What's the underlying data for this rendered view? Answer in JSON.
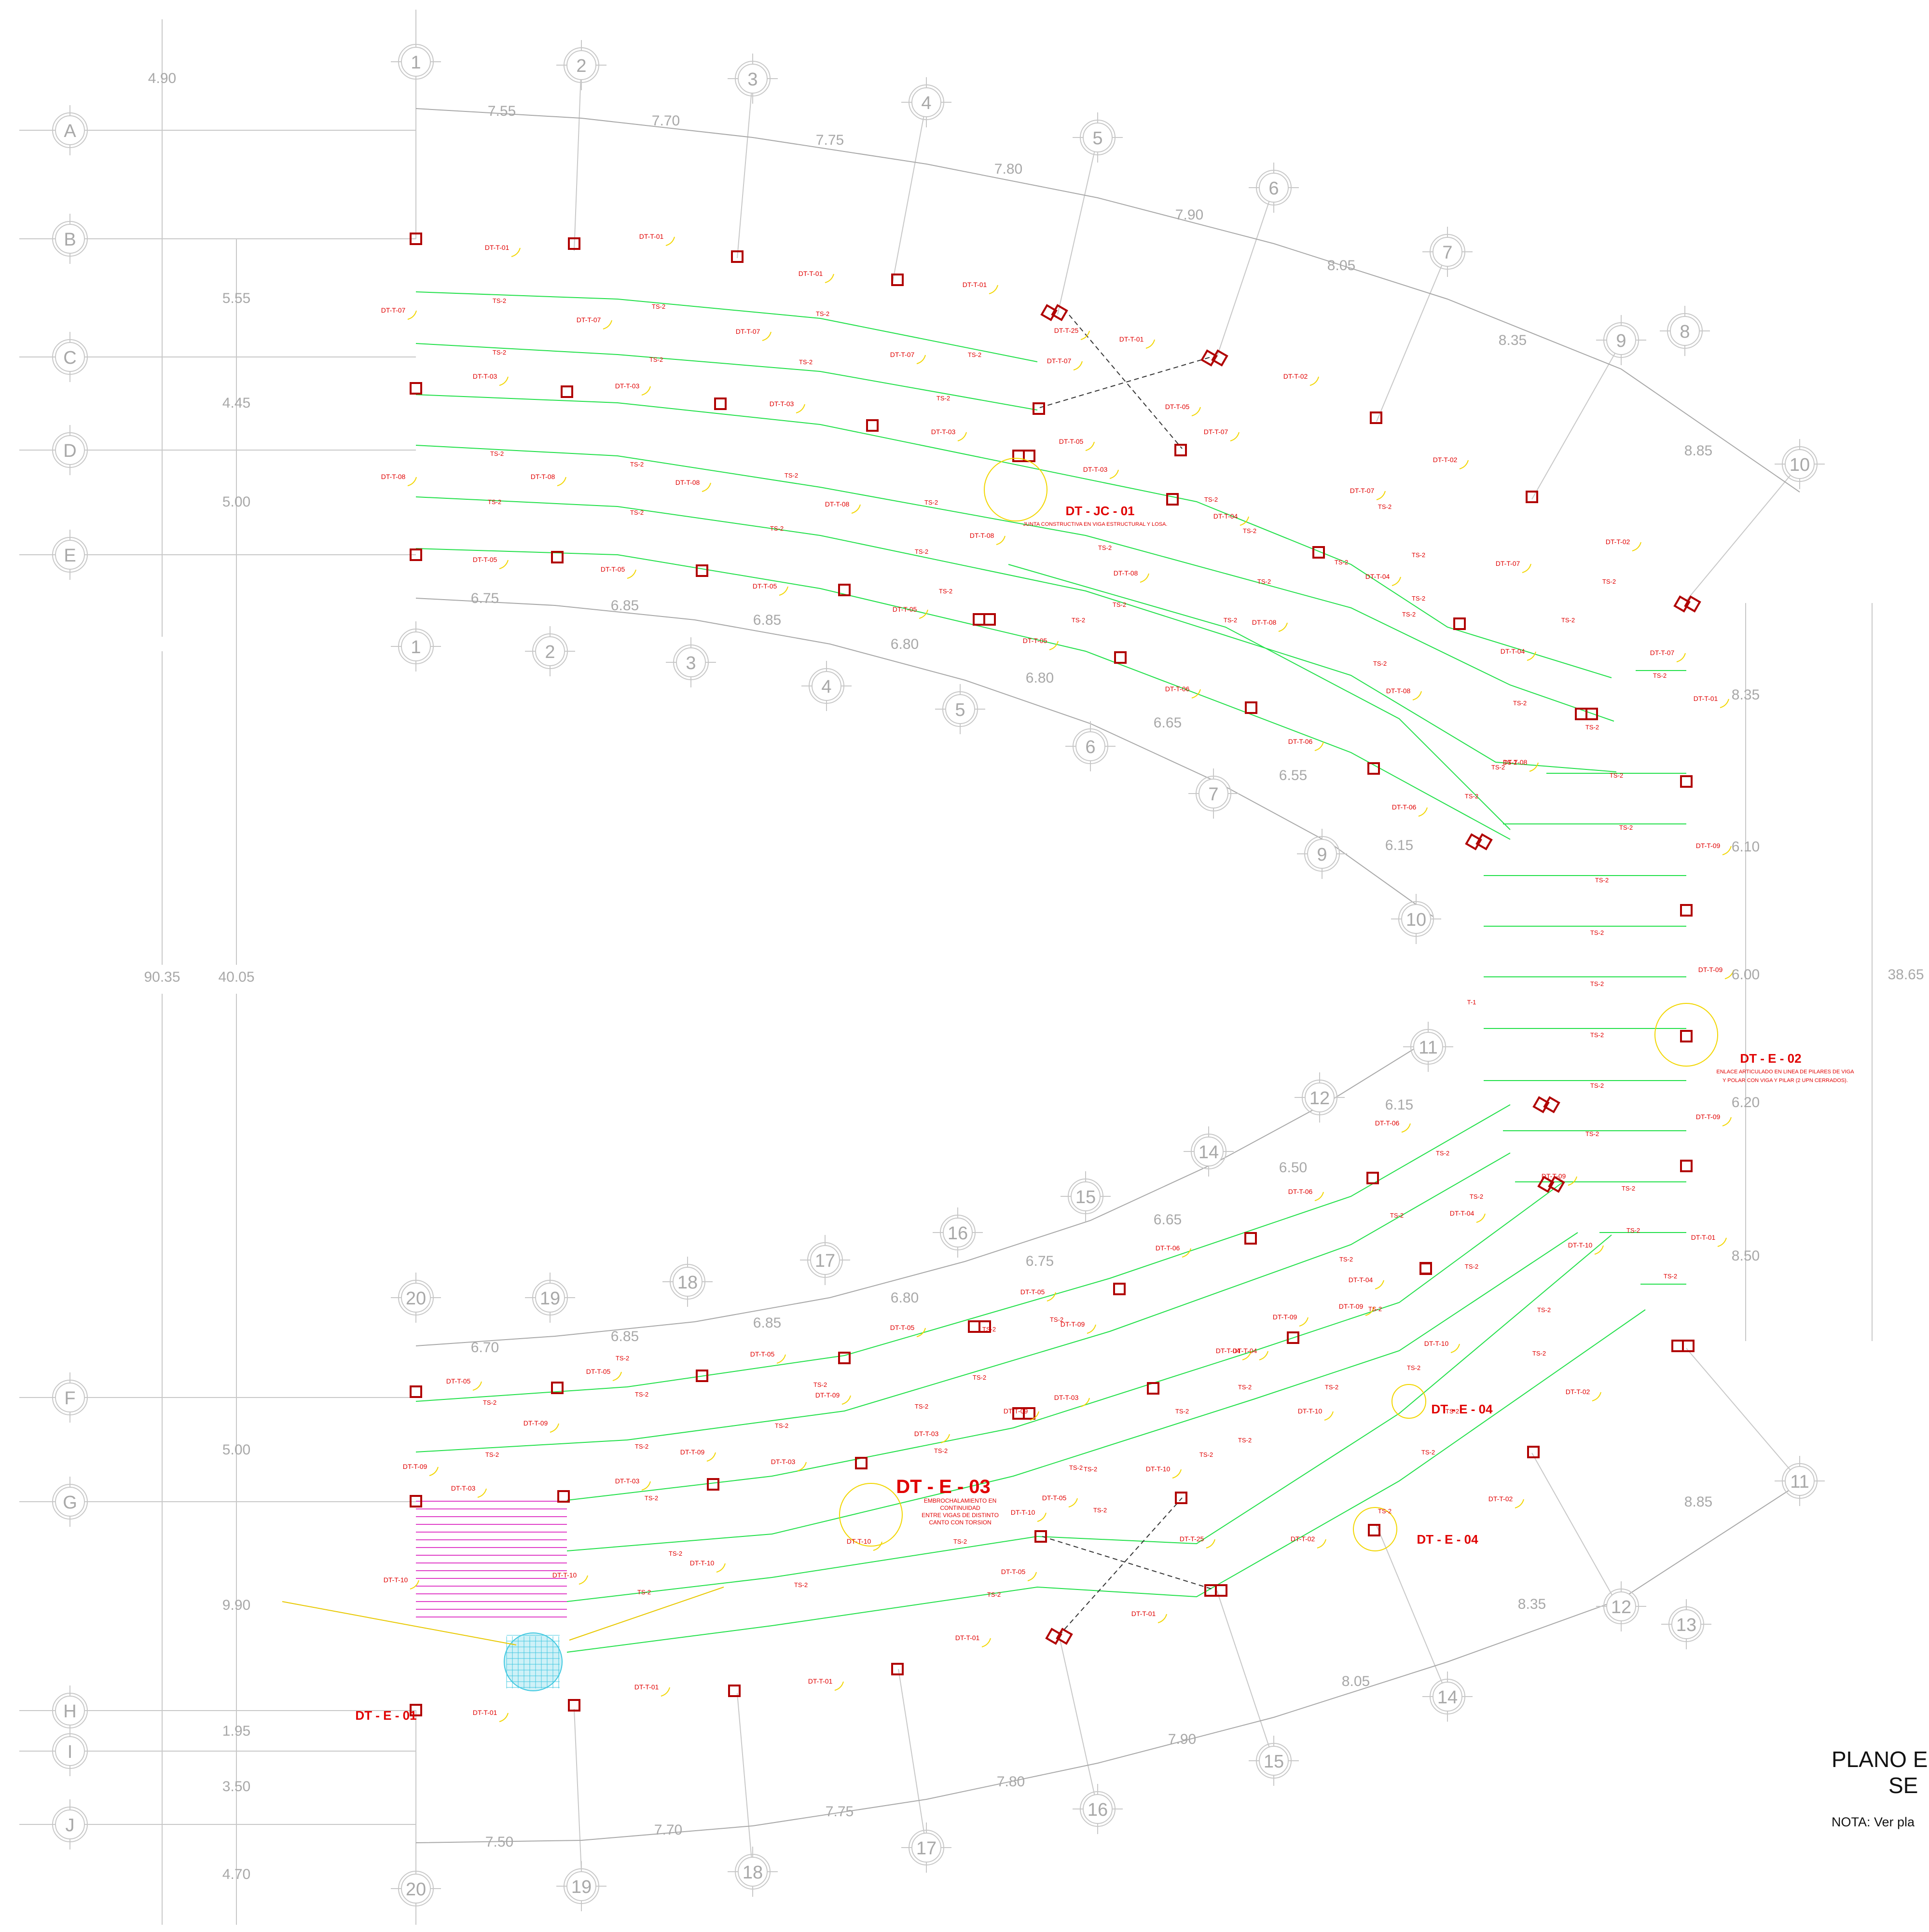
{
  "title": {
    "line1": "PLANO E",
    "line2": "SE",
    "note": "NOTA: Ver pla"
  },
  "colors": {
    "grid": "#c8c8c8",
    "joist": "#22e04a",
    "label": "#e00000",
    "callout": "#f2d600",
    "pillar": "#b00000",
    "dim": "#a8a8a8",
    "hatch_magenta": "#e040c8",
    "hatch_cyan": "#40c8e0",
    "dashed": "#333333"
  },
  "grid_letters": [
    "A",
    "B",
    "C",
    "D",
    "E",
    "F",
    "G",
    "H",
    "I",
    "J"
  ],
  "axis_numbers_upper": [
    "1",
    "2",
    "3",
    "4",
    "5",
    "6",
    "7",
    "9",
    "8",
    "10"
  ],
  "axis_numbers_upper_inner": [
    "1",
    "2",
    "3",
    "4",
    "5",
    "6",
    "7",
    "9",
    "10"
  ],
  "axis_numbers_middle": [
    "11",
    "12",
    "14",
    "15",
    "16",
    "17",
    "18",
    "19",
    "20"
  ],
  "axis_numbers_lower": [
    "20",
    "19",
    "18",
    "17",
    "16",
    "15",
    "14",
    "13",
    "12",
    "11"
  ],
  "dims_top": [
    "4.90",
    "7.55",
    "7.70",
    "7.75",
    "7.80",
    "7.90",
    "8.05",
    "8.35",
    "8.85"
  ],
  "dims_left": [
    "5.55",
    "4.45",
    "5.00",
    "90.35",
    "40.05",
    "5.00",
    "9.90",
    "1.95",
    "3.50",
    "4.70"
  ],
  "dims_inner_upper": [
    "6.75",
    "6.85",
    "6.85",
    "6.80",
    "6.80",
    "6.65",
    "6.55",
    "6.15"
  ],
  "dims_inner_lower": [
    "6.70",
    "6.85",
    "6.85",
    "6.80",
    "6.75",
    "6.65",
    "6.50",
    "6.15"
  ],
  "dims_right": [
    "8.35",
    "6.10",
    "6.00",
    "6.20",
    "8.50",
    "38.65"
  ],
  "dims_bottom": [
    "7.50",
    "7.70",
    "7.75",
    "7.80",
    "7.90",
    "8.05",
    "8.35",
    "8.85"
  ],
  "joist_label": "TS-2",
  "details": {
    "jc01": {
      "code": "DT - JC - 01",
      "desc": "JUNTA CONSTRUCTIVA EN VIGA ESTRUCTURAL Y LOSA."
    },
    "e02": {
      "code": "DT - E - 02",
      "desc1": "ENLACE ARTICULADO EN LINEA DE PILARES DE VIGA",
      "desc2": "Y POLAR CON VIGA Y PILAR (2 UPN CERRADOS)."
    },
    "e03": {
      "code": "DT - E - 03",
      "desc1": "EMBROCHALAMIENTO EN",
      "desc2": "CONTINUIDAD",
      "desc3": "ENTRE VIGAS DE DISTINTO",
      "desc4": "CANTO CON TORSION"
    },
    "e04": {
      "code": "DT - E - 04"
    },
    "e01": {
      "code": "DT - E - 01"
    }
  },
  "tags": {
    "t01": "DT-T-01",
    "t02": "DT-T-02",
    "t03": "DT-T-03",
    "t04": "DT-T-04",
    "t05": "DT-T-05",
    "t06": "DT-T-06",
    "t07": "DT-T-07",
    "t08": "DT-T-08",
    "t09": "DT-T-09",
    "t10": "DT-T-10",
    "t25": "DT-T-25",
    "t1": "T-1"
  }
}
